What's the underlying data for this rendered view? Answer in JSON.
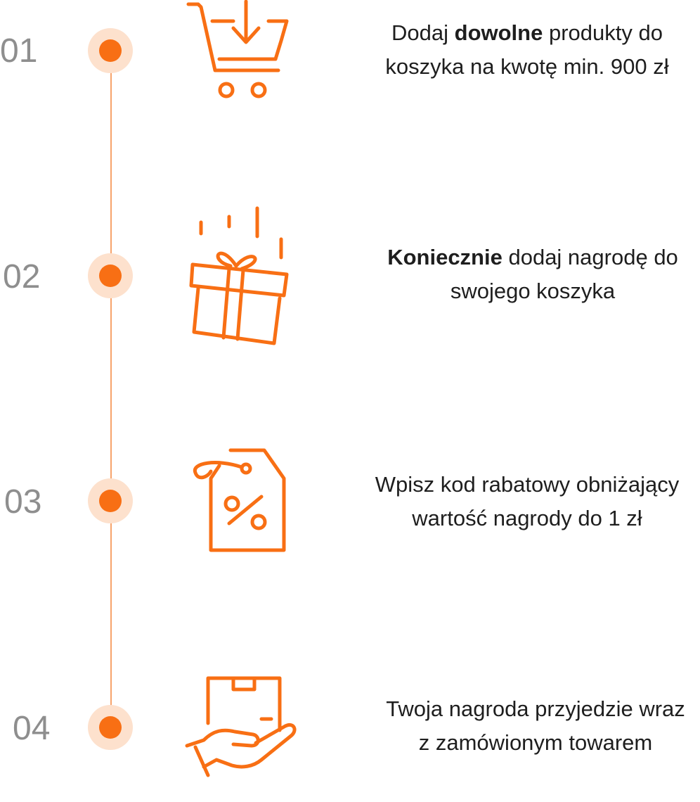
{
  "colors": {
    "accent": "#f86f14",
    "halo": "#fde1cd",
    "timeline": "#f7a36b",
    "number": "#8e8e8e",
    "text": "#1e1e1e"
  },
  "steps": [
    {
      "number": "01",
      "icon": "cart-download-icon",
      "line1_prefix": "Dodaj ",
      "line1_bold": "dowolne",
      "line1_suffix": " produkty do",
      "line2": "koszyka na kwotę min. 900 zł"
    },
    {
      "number": "02",
      "icon": "gift-icon",
      "line1_prefix": "",
      "line1_bold": "Koniecznie",
      "line1_suffix": " dodaj nagrodę do",
      "line2": "swojego koszyka"
    },
    {
      "number": "03",
      "icon": "discount-tag-icon",
      "line1_prefix": "Wpisz kod rabatowy obniżający",
      "line1_bold": "",
      "line1_suffix": "",
      "line2": "wartość nagrody do 1 zł"
    },
    {
      "number": "04",
      "icon": "package-hand-icon",
      "line1_prefix": "Twoja nagroda przyjedzie wraz",
      "line1_bold": "",
      "line1_suffix": "",
      "line2": "z zamówionym towarem"
    }
  ]
}
